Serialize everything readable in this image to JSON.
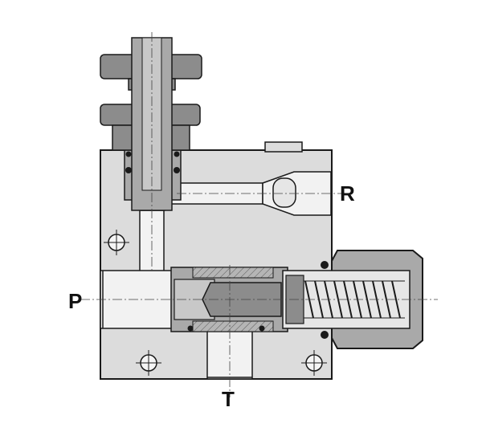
{
  "ports": {
    "r": "R",
    "p": "P",
    "t": "T"
  },
  "colors": {
    "body_fill": "#dcdcdc",
    "part_fill": "#a9a9a9",
    "dark_fill": "#8c8c8c",
    "bore_fill": "#f2f2f2",
    "outline": "#1a1a1a"
  }
}
